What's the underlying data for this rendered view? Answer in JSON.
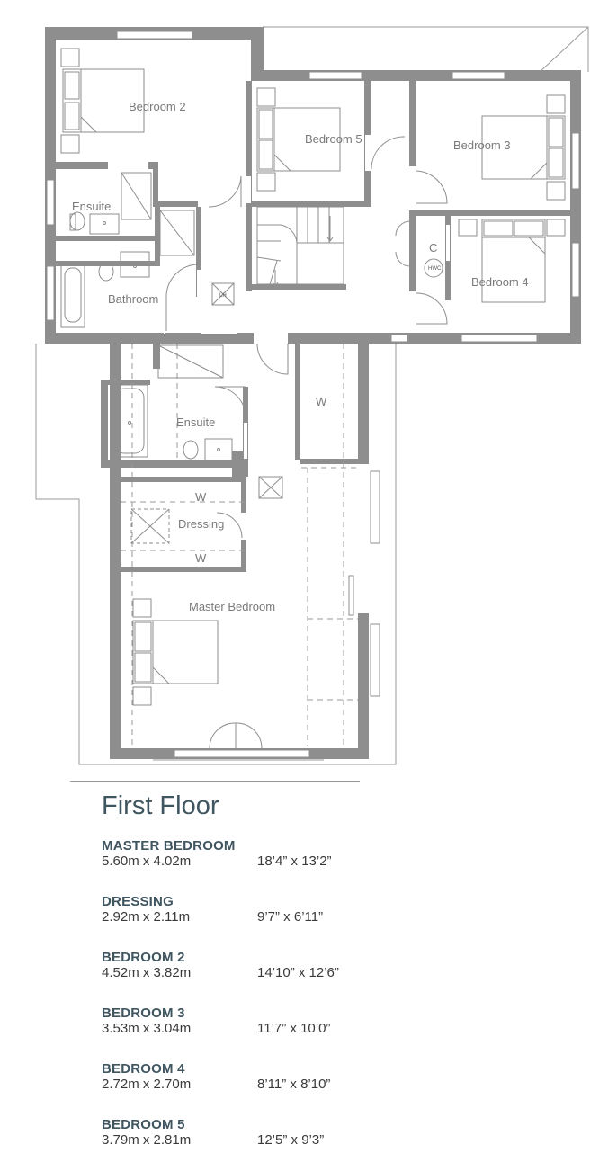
{
  "plan": {
    "labels": {
      "bedroom2": "Bedroom 2",
      "bedroom5": "Bedroom 5",
      "bedroom3": "Bedroom 3",
      "bedroom4": "Bedroom 4",
      "ensuite_top": "Ensuite",
      "bathroom": "Bathroom",
      "cupboard": "C",
      "hwc": "HWC",
      "ensuite_master": "Ensuite",
      "wardrobe_right": "W",
      "wardrobe_upper": "W",
      "dressing": "Dressing",
      "wardrobe_lower": "W",
      "master": "Master Bedroom",
      "loft_hatch": "LH"
    }
  },
  "floor_title": "First Floor",
  "rooms": [
    {
      "name": "MASTER BEDROOM",
      "metric": "5.60m x 4.02m",
      "imperial": "18’4” x 13’2”"
    },
    {
      "name": "DRESSING",
      "metric": "2.92m x 2.11m",
      "imperial": "9’7” x 6’11”"
    },
    {
      "name": "BEDROOM 2",
      "metric": "4.52m x 3.82m",
      "imperial": "14’10” x 12’6”"
    },
    {
      "name": "BEDROOM 3",
      "metric": "3.53m x 3.04m",
      "imperial": "11’7” x 10’0”"
    },
    {
      "name": "BEDROOM 4",
      "metric": "2.72m x 2.70m",
      "imperial": "8’11” x 8’10”"
    },
    {
      "name": "BEDROOM 5",
      "metric": "3.79m x 2.81m",
      "imperial": "12’5” x 9’3”"
    }
  ]
}
